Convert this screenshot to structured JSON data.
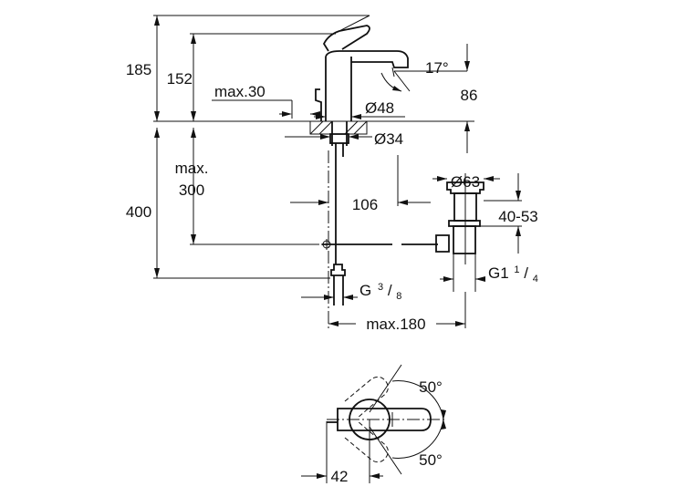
{
  "dimensions": {
    "total_height": "185",
    "spout_height": "152",
    "max_mount_offset": "max.30",
    "spout_angle": "17°",
    "spout_reach": "86",
    "base_diameter": "Ø48",
    "hole_diameter": "Ø34",
    "max_counter_thickness_top": "max.",
    "max_counter_thickness_bottom": "300",
    "waste_height": "400",
    "waste_offset": "106",
    "waste_diameter": "Ø63",
    "waste_range": "40-53",
    "connection_thread_main": "G",
    "connection_thread_num": "3",
    "connection_thread_den": "8",
    "waste_thread_main": "G1",
    "waste_thread_num": "1",
    "waste_thread_den": "4",
    "waste_reach": "max.180",
    "lever_angle_top": "50°",
    "lever_angle_bottom": "50°",
    "lever_offset": "42"
  }
}
